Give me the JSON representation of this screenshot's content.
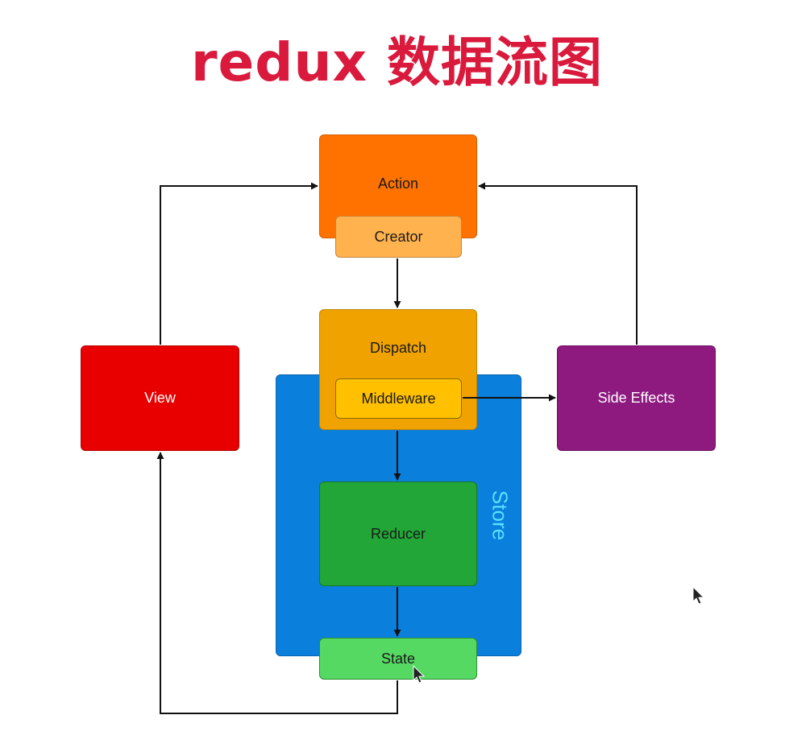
{
  "title": "redux 数据流图",
  "diagram": {
    "store_label": "Store",
    "nodes": {
      "action": "Action",
      "creator": "Creator",
      "dispatch": "Dispatch",
      "middleware": "Middleware",
      "reducer": "Reducer",
      "state": "State",
      "view": "View",
      "side_effects": "Side Effects"
    },
    "edges": [
      {
        "from": "creator",
        "to": "dispatch"
      },
      {
        "from": "dispatch",
        "to": "reducer"
      },
      {
        "from": "reducer",
        "to": "state"
      },
      {
        "from": "state",
        "to": "view"
      },
      {
        "from": "view",
        "to": "action"
      },
      {
        "from": "middleware",
        "to": "side_effects"
      },
      {
        "from": "side_effects",
        "to": "action"
      }
    ],
    "colors": {
      "title": "#d91a3c",
      "action": "#ff7200",
      "creator": "#ffb24d",
      "dispatch": "#f0a300",
      "middleware": "#ffc000",
      "store": "#0b7fdc",
      "store_label": "#59e0ff",
      "reducer": "#22a637",
      "state": "#55d963",
      "view": "#e80000",
      "side_effects": "#8e1a80"
    }
  },
  "icons": [
    "mouse-cursor-icon"
  ]
}
